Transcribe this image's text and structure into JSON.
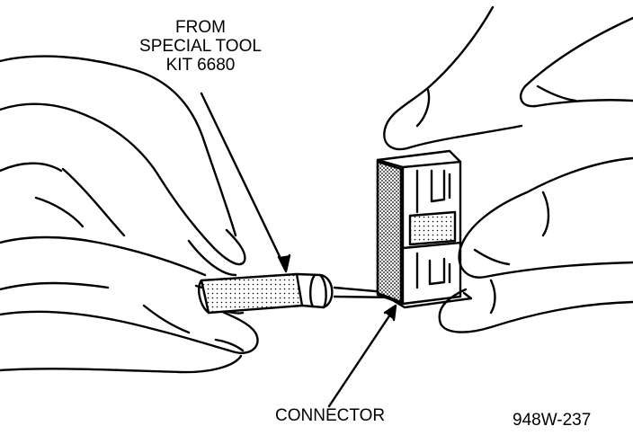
{
  "labels": {
    "tool_lines": [
      "FROM",
      "SPECIAL TOOL",
      "KIT 6680"
    ],
    "connector": "CONNECTOR",
    "figure_id": "948W-237"
  },
  "colors": {
    "ink": "#000000",
    "paper": "#ffffff",
    "shade": "#8a8a8a"
  }
}
